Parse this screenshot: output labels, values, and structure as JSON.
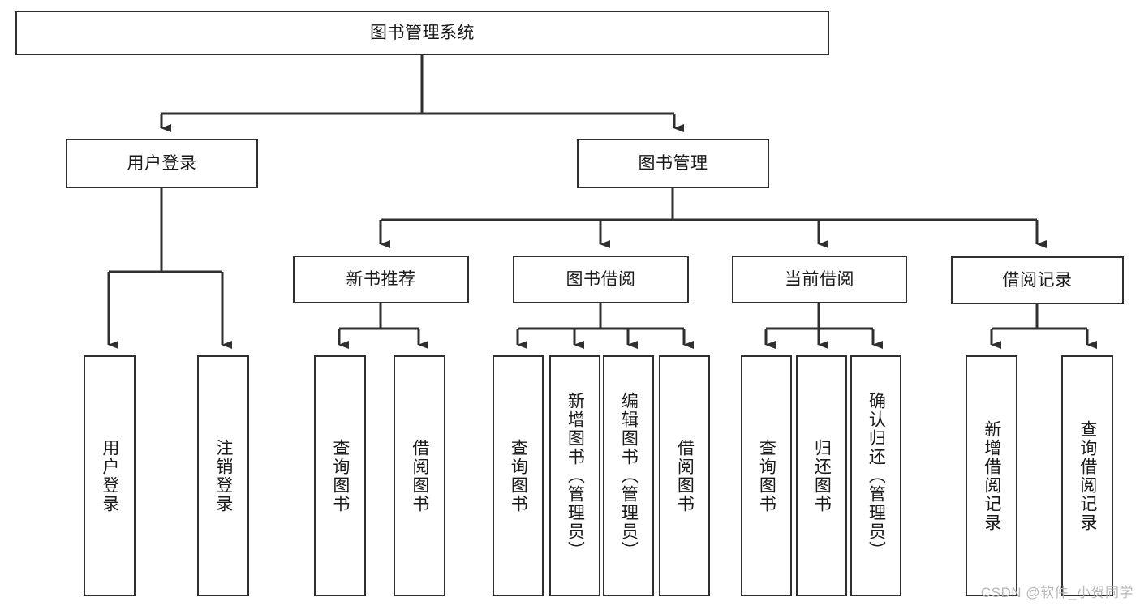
{
  "diagram": {
    "type": "tree-hierarchy",
    "title": "图书管理系统",
    "root": {
      "id": "root",
      "label": "图书管理系统",
      "orientation": "horizontal"
    },
    "level2": [
      {
        "id": "user-login",
        "label": "用户登录",
        "orientation": "horizontal"
      },
      {
        "id": "book-manage",
        "label": "图书管理",
        "orientation": "horizontal"
      }
    ],
    "level3": [
      {
        "id": "new-book-rec",
        "label": "新书推荐",
        "orientation": "horizontal",
        "parent": "book-manage"
      },
      {
        "id": "book-borrow",
        "label": "图书借阅",
        "orientation": "horizontal",
        "parent": "book-manage"
      },
      {
        "id": "current-borrow",
        "label": "当前借阅",
        "orientation": "horizontal",
        "parent": "book-manage"
      },
      {
        "id": "borrow-record",
        "label": "借阅记录",
        "orientation": "horizontal",
        "parent": "book-manage"
      }
    ],
    "leaves": [
      {
        "id": "leaf-user-login",
        "label": "用户登录",
        "parent": "user-login"
      },
      {
        "id": "leaf-logout-login",
        "label": "注销登录",
        "parent": "user-login"
      },
      {
        "id": "leaf-query-book-1",
        "label": "查询图书",
        "parent": "new-book-rec"
      },
      {
        "id": "leaf-borrow-book-1",
        "label": "借阅图书",
        "parent": "new-book-rec"
      },
      {
        "id": "leaf-query-book-2",
        "label": "查询图书",
        "parent": "book-borrow"
      },
      {
        "id": "leaf-add-book",
        "label": "新增图书（管理员）",
        "parent": "book-borrow"
      },
      {
        "id": "leaf-edit-book",
        "label": "编辑图书（管理员）",
        "parent": "book-borrow"
      },
      {
        "id": "leaf-borrow-book-2",
        "label": "借阅图书",
        "parent": "book-borrow"
      },
      {
        "id": "leaf-query-book-3",
        "label": "查询图书",
        "parent": "current-borrow"
      },
      {
        "id": "leaf-return-book",
        "label": "归还图书",
        "parent": "current-borrow"
      },
      {
        "id": "leaf-confirm-return",
        "label": "确认归还（管理员）",
        "parent": "current-borrow"
      },
      {
        "id": "leaf-add-record",
        "label": "新增借阅记录",
        "parent": "borrow-record"
      },
      {
        "id": "leaf-query-record",
        "label": "查询借阅记录",
        "parent": "borrow-record"
      }
    ],
    "colors": {
      "stroke": "#2f2f2f",
      "fill": "#ffffff",
      "text": "#1a1a1a",
      "watermark": "#b6b6b6"
    }
  },
  "watermark": {
    "text": "CSDN @软件_小贺同学"
  }
}
